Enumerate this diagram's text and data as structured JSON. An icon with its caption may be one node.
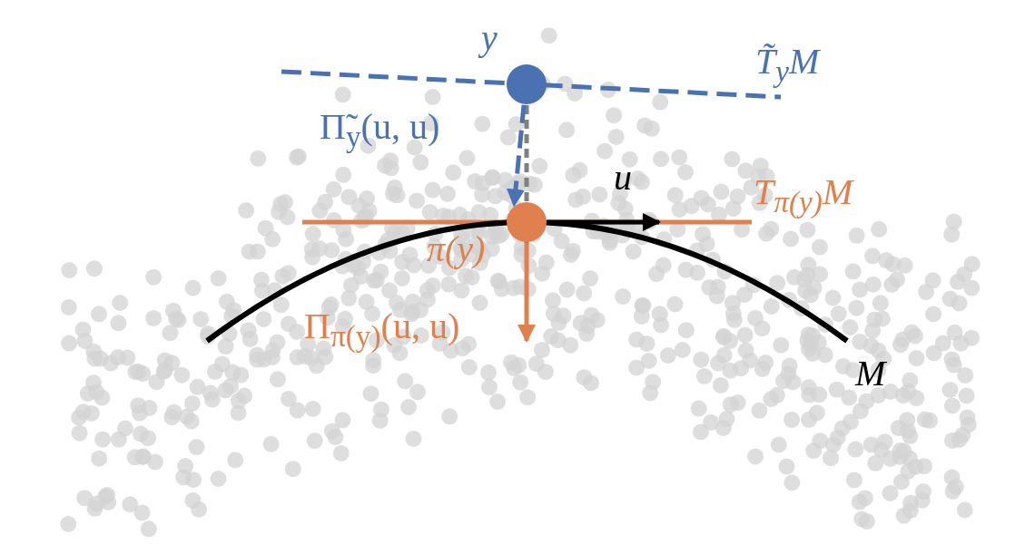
{
  "diagram": {
    "nodes": [
      {
        "text": [],
        "shape": "circle",
        "beside": [
          "y"
        ]
      },
      {
        "text": [],
        "shape": "circle",
        "beside": [
          "π(y)"
        ]
      }
    ],
    "edges": [
      {
        "from": 0,
        "to": 1,
        "arrow": "none",
        "style": "dashed",
        "color": "#808080"
      },
      {
        "from": 0,
        "to": 1,
        "arrow": "to",
        "style": "dashed",
        "color": "#4a72b2",
        "label": "Π̃$_{y}$(u, u)"
      }
    ],
    "labels": [
      "T̃$_{y}$M",
      "u",
      "T$_{π(y)}$M",
      "Π$_{π(y)}$(u, u)",
      "M"
    ]
  }
}
